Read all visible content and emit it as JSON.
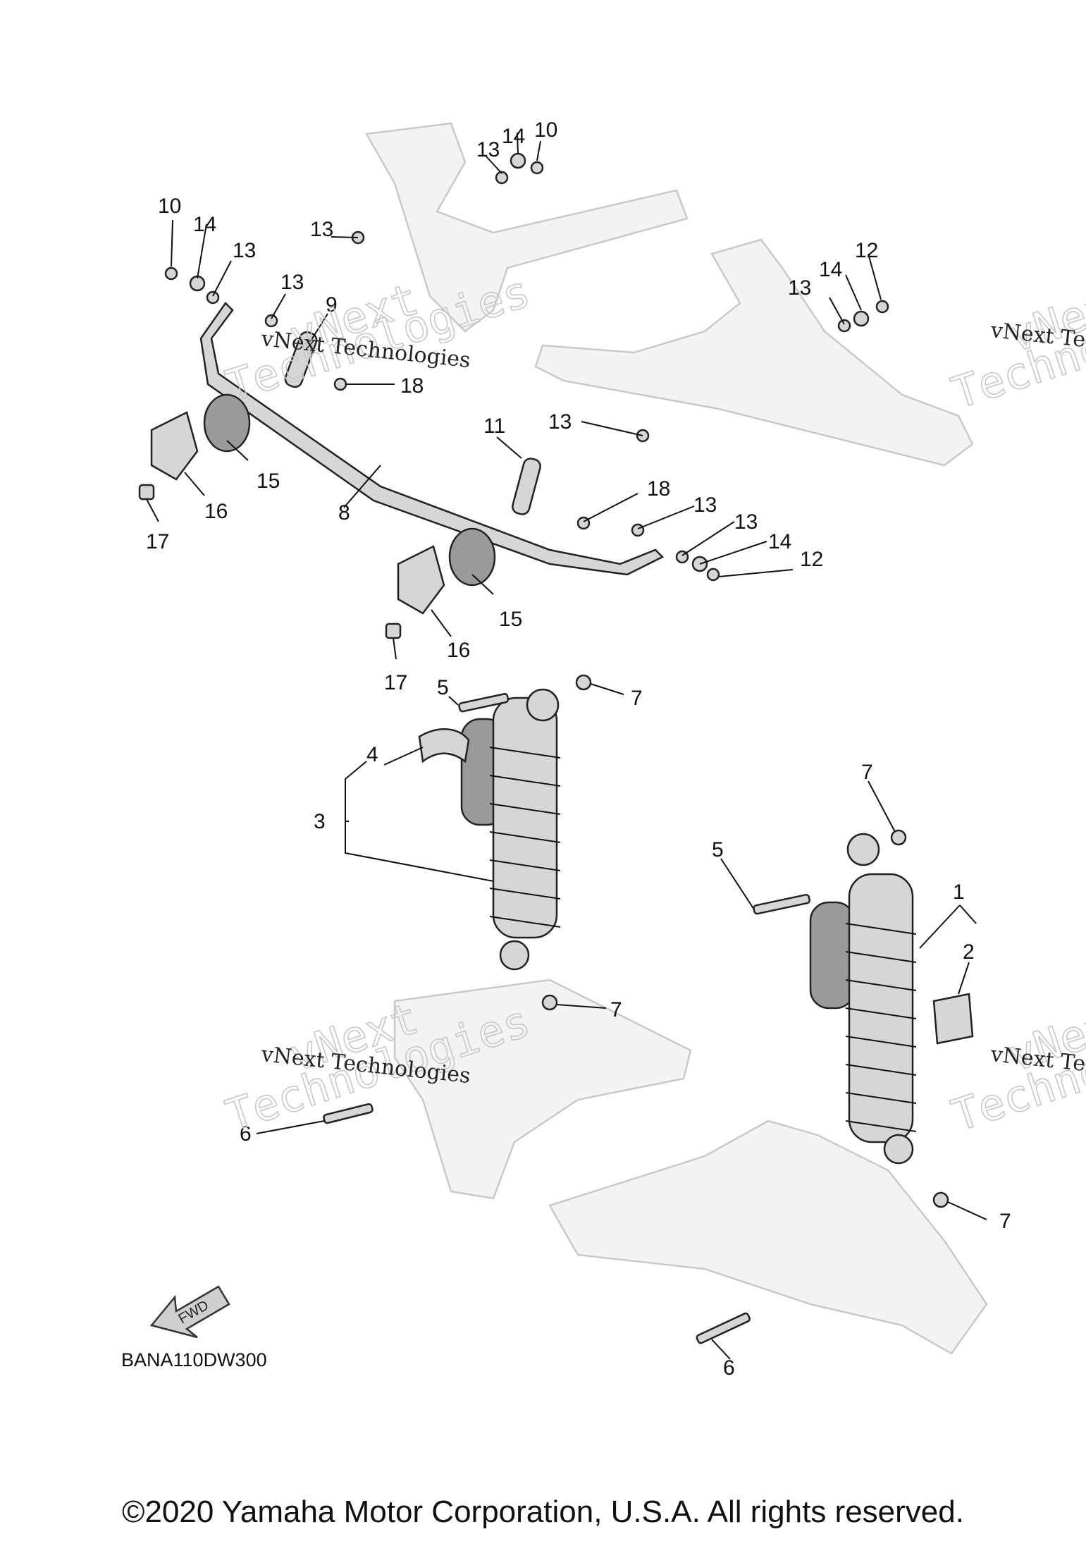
{
  "diagram_code": "BANA110DW300",
  "direction_label": "FWD",
  "copyright": "©2020 Yamaha Motor Corporation, U.S.A. All rights reserved.",
  "watermark": {
    "line": "vNext Technologies",
    "ghost_top": "vNext",
    "ghost_bottom": "Technologies"
  },
  "callouts": [
    "1",
    "2",
    "3",
    "4",
    "5",
    "5",
    "6",
    "6",
    "7",
    "7",
    "7",
    "7",
    "8",
    "9",
    "10",
    "10",
    "11",
    "12",
    "12",
    "13",
    "13",
    "13",
    "13",
    "13",
    "13",
    "13",
    "13",
    "14",
    "14",
    "14",
    "14",
    "15",
    "15",
    "16",
    "16",
    "17",
    "17",
    "18",
    "18"
  ]
}
